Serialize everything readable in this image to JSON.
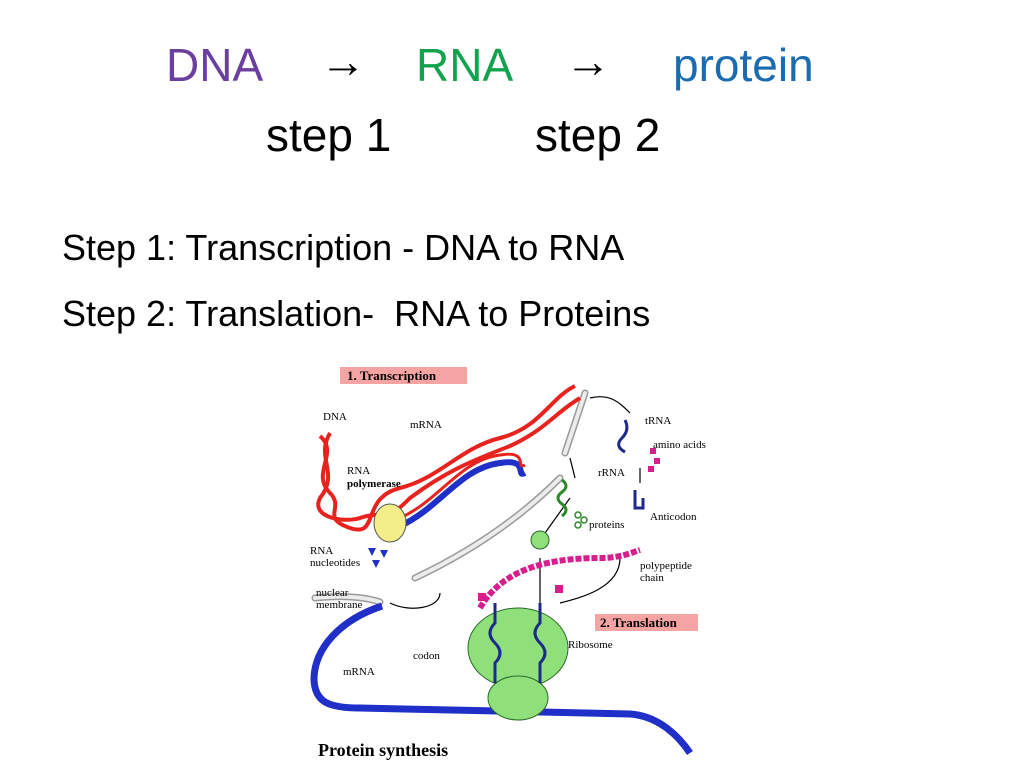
{
  "title": {
    "dna": "DNA",
    "arrow1": "→",
    "rna": "RNA",
    "arrow2": "→",
    "protein": "protein",
    "step1": "step 1",
    "step2": "step 2"
  },
  "bullets": [
    "Step 1: Transcription - DNA to RNA",
    "Step 2: Translation-  RNA to Proteins"
  ],
  "figure": {
    "transcription_box": "1. Transcription",
    "translation_box": "2. Translation",
    "caption": "Protein synthesis",
    "labels": {
      "dna": "DNA",
      "mrna_top": "mRNA",
      "rna_polymerase_1": "RNA",
      "rna_polymerase_2": "polymerase",
      "rna_nucleotides_1": "RNA",
      "rna_nucleotides_2": "nucleotides",
      "nuclear_membrane_1": "nuclear",
      "nuclear_membrane_2": "membrane",
      "trna": "tRNA",
      "amino_acids": "amino acids",
      "rrna": "rRNA",
      "proteins": "proteins",
      "anticodon": "Anticodon",
      "polypeptide_1": "polypeptide",
      "polypeptide_2": "chain",
      "ribosome": "Ribosome",
      "codon": "codon",
      "mrna_bottom": "mRNA"
    },
    "colors": {
      "dna": "#e8231e",
      "mrna": "#1f2fc8",
      "polymerase": "#f3ee8a",
      "ribosome": "#8fe07a",
      "translation_box": "#f6a3a3",
      "polypeptide": "#d61e8c",
      "trna": "#1c2a8a",
      "rrna": "#2a8a2a"
    }
  }
}
